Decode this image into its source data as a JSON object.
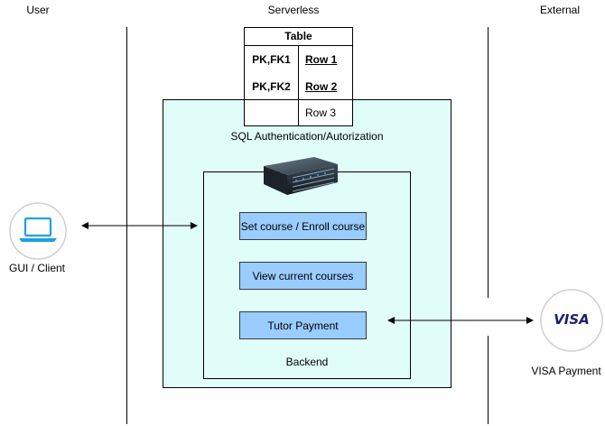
{
  "lanes": {
    "user": "User",
    "serverless": "Serverless",
    "external": "External"
  },
  "table": {
    "title": "Table",
    "rows": [
      {
        "key": "PK,FK1",
        "value": "Row 1"
      },
      {
        "key": "PK,FK2",
        "value": "Row 2"
      },
      {
        "key": "",
        "value": "Row 3"
      }
    ]
  },
  "serverless": {
    "label": "SQL Authentication/Autorization"
  },
  "backend": {
    "label": "Backend",
    "buttons": {
      "set_course": "Set course / Enroll course",
      "view_courses": "View current courses",
      "tutor_payment": "Tutor Payment"
    }
  },
  "client": {
    "label": "GUI / Client"
  },
  "visa": {
    "logo_text": "VISA",
    "label": "VISA Payment"
  },
  "colors": {
    "container_fill": "#e0fdf9",
    "button_fill": "#99ccff",
    "laptop_blue": "#1ba1e2"
  },
  "icons": [
    "laptop-icon",
    "server-icon",
    "visa-logo"
  ]
}
